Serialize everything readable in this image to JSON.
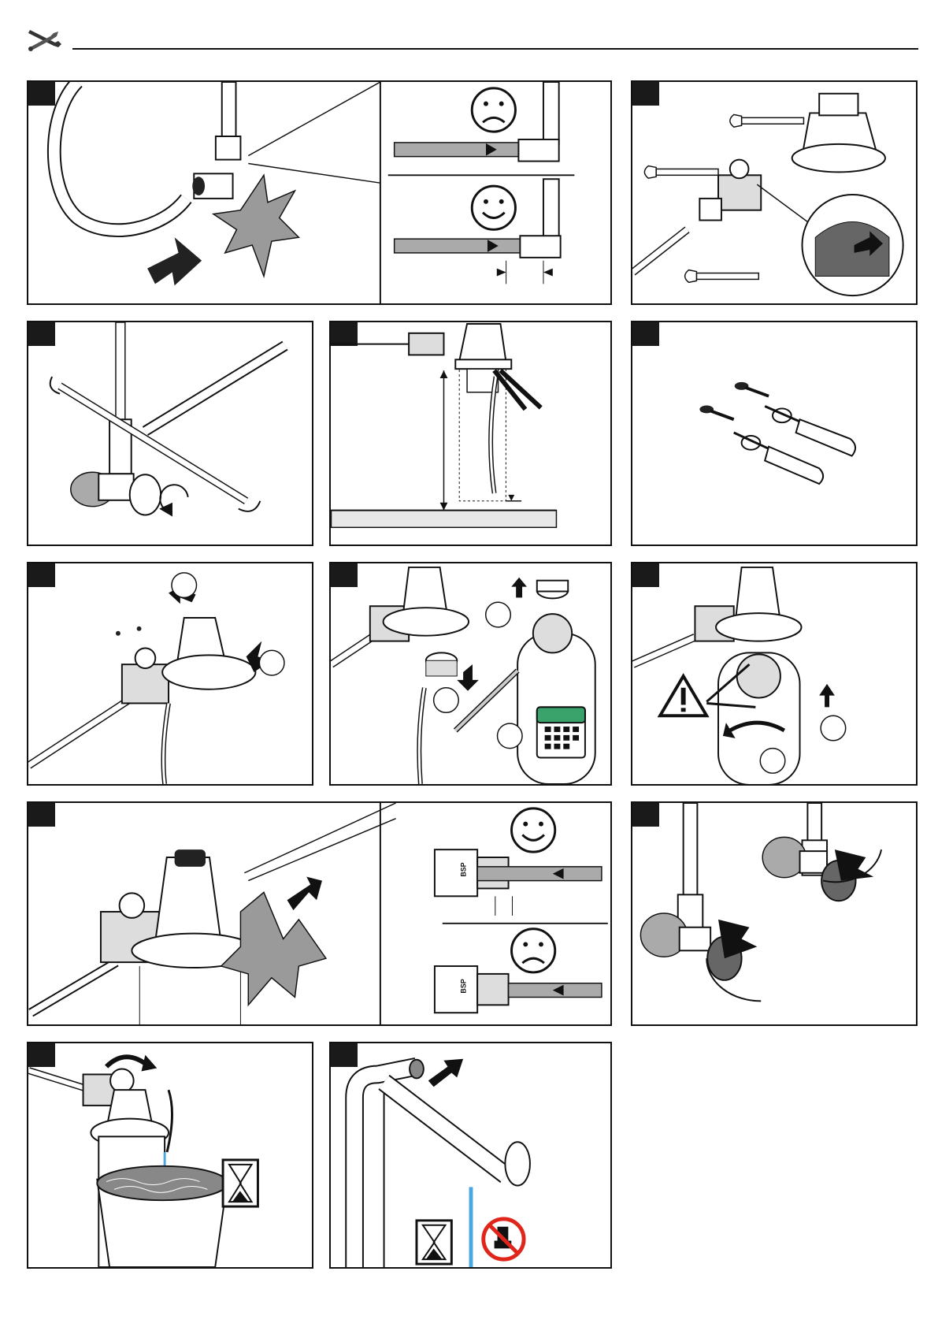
{
  "colors": {
    "ink": "#111111",
    "gray": "#9a9a9a",
    "green": "#3aa36b",
    "water": "#4aa8e0",
    "prohibit": "#e0261b"
  },
  "header": {
    "icon": "wrench-screwdriver-icon"
  },
  "steps": [
    {
      "id": "1",
      "label": ""
    },
    {
      "id": "2",
      "label": ""
    },
    {
      "id": "3",
      "label": ""
    },
    {
      "id": "4",
      "label": ""
    },
    {
      "id": "5",
      "label": ""
    },
    {
      "id": "6",
      "label": ""
    },
    {
      "id": "7",
      "label": ""
    },
    {
      "id": "8",
      "label": ""
    },
    {
      "id": "9",
      "label": ""
    },
    {
      "id": "10",
      "label": ""
    },
    {
      "id": "11",
      "label": ""
    },
    {
      "id": "12",
      "label": ""
    }
  ],
  "labels": {
    "bsp_a": "BSP",
    "bsp_b": "BSP"
  },
  "icons": [
    "sad-face-icon",
    "happy-face-icon",
    "wrench-icon",
    "screwdriver-icon",
    "screw-icon",
    "calendar-icon",
    "warning-icon",
    "hourglass-icon",
    "no-drinking-icon",
    "rotate-arrow-icon",
    "push-arrow-icon"
  ]
}
